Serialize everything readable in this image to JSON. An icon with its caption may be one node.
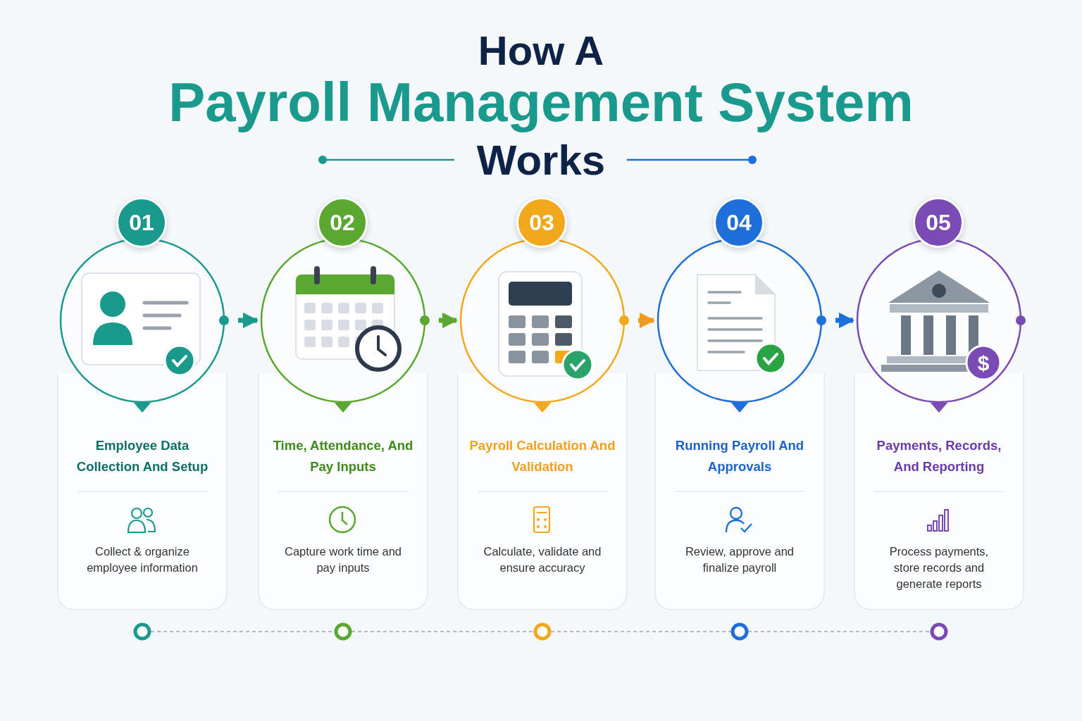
{
  "diagram": {
    "nodes": [
      {
        "text": [
          "01",
          "Employee Data Collection And Setup",
          "Collect & organize employee information"
        ]
      },
      {
        "text": [
          "02",
          "Time, Attendance, And Pay Inputs",
          "Capture work time and pay inputs"
        ]
      },
      {
        "text": [
          "03",
          "Payroll Calculation And Validation",
          "Calculate, validate and ensure accuracy"
        ]
      },
      {
        "text": [
          "04",
          "Running Payroll And Approvals",
          "Review, approve and finalize payroll"
        ]
      },
      {
        "text": [
          "05",
          "Payments, Records, And Reporting",
          "Process payments, store records and generate reports"
        ]
      },
      {
        "text": [],
        "shape": "circle"
      },
      {
        "text": [],
        "shape": "circle"
      },
      {
        "text": [],
        "shape": "circle"
      },
      {
        "text": [],
        "shape": "circle"
      },
      {
        "text": [],
        "shape": "circle"
      }
    ],
    "edges": [
      {
        "from": 0,
        "to": 1,
        "arrow": "to",
        "style": "thick",
        "color": "#1a9a8c"
      },
      {
        "from": 1,
        "to": 2,
        "arrow": "to",
        "style": "thick",
        "color": "#5aa832"
      },
      {
        "from": 2,
        "to": 3,
        "arrow": "to",
        "style": "thick",
        "color": "#f29a1c"
      },
      {
        "from": 3,
        "to": 4,
        "arrow": "to",
        "style": "thick",
        "color": "#1e6fd9"
      },
      {
        "from": 5,
        "to": 6,
        "arrow": "none",
        "style": "dashed"
      },
      {
        "from": 6,
        "to": 7,
        "arrow": "none",
        "style": "dashed"
      },
      {
        "from": 7,
        "to": 8,
        "arrow": "none",
        "style": "dashed"
      },
      {
        "from": 8,
        "to": 9,
        "arrow": "none",
        "style": "dashed"
      }
    ],
    "labels": [
      "How A",
      "Payroll Management System",
      "Works",
      "$"
    ]
  }
}
